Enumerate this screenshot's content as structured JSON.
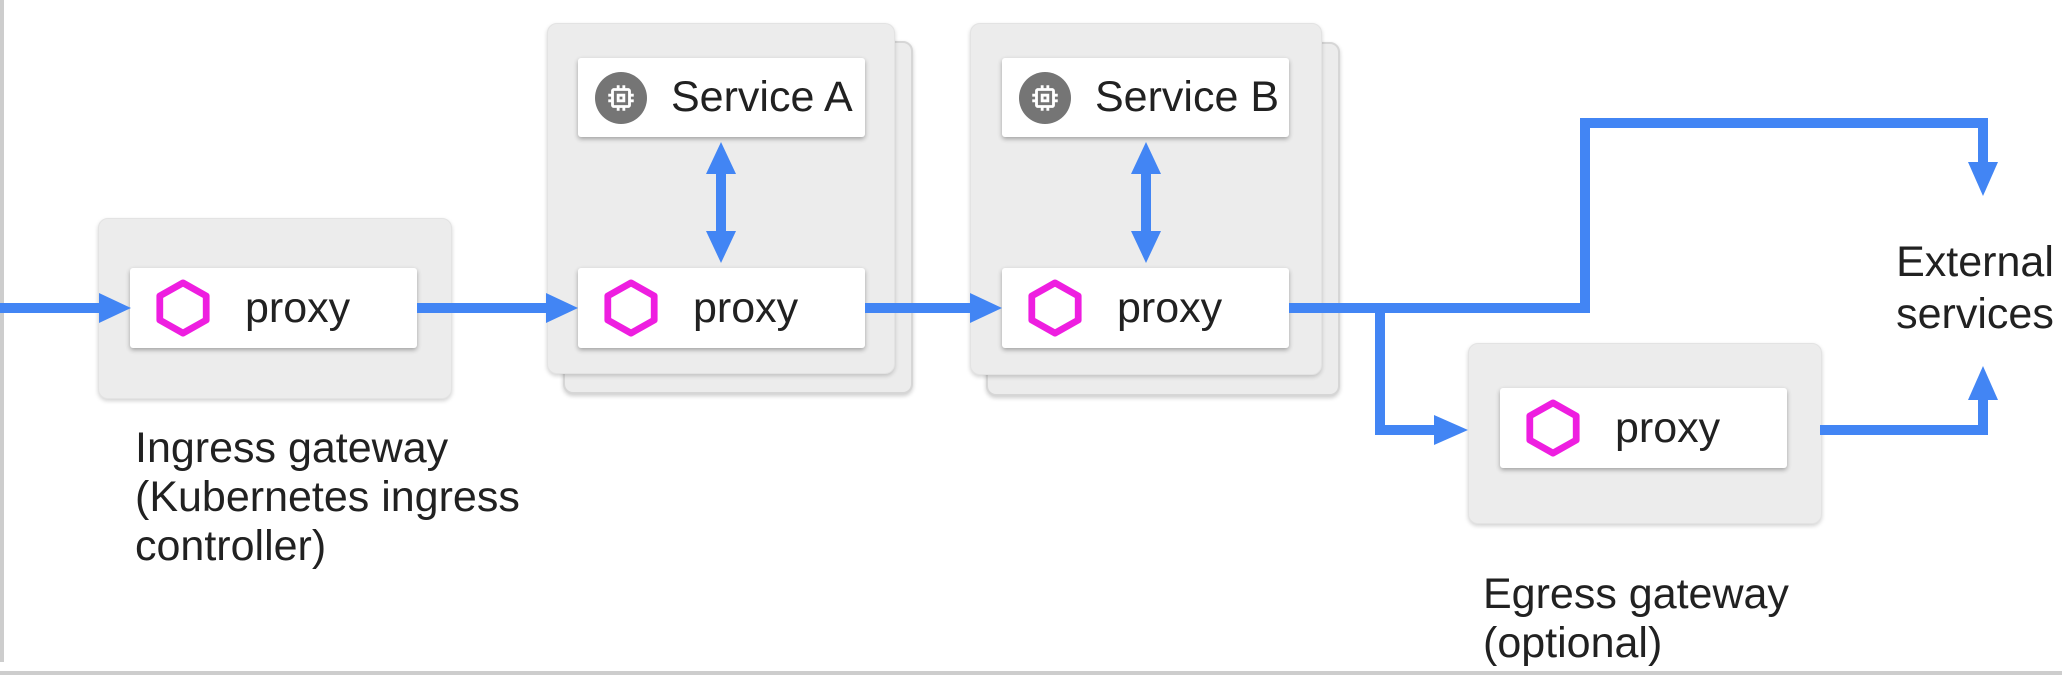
{
  "colors": {
    "arrow": "#4285F4",
    "proxy_hexagon": "#EE1EE0",
    "service_icon_bg": "#757575",
    "node_box_fill": "#ECECEC",
    "card_fill": "#FFFFFF",
    "text": "#212121"
  },
  "icons": {
    "proxy": "hexagon-outline-icon",
    "service": "memory-chip-icon"
  },
  "nodes": {
    "ingress": {
      "proxy_label": "proxy",
      "caption": [
        "Ingress gateway",
        "(Kubernetes ingress",
        "controller)"
      ]
    },
    "service_a": {
      "title": "Service A",
      "proxy_label": "proxy"
    },
    "service_b": {
      "title": "Service B",
      "proxy_label": "proxy"
    },
    "egress": {
      "proxy_label": "proxy",
      "caption": [
        "Egress gateway",
        "(optional)"
      ]
    },
    "external": {
      "caption": [
        "External",
        "services"
      ]
    }
  }
}
